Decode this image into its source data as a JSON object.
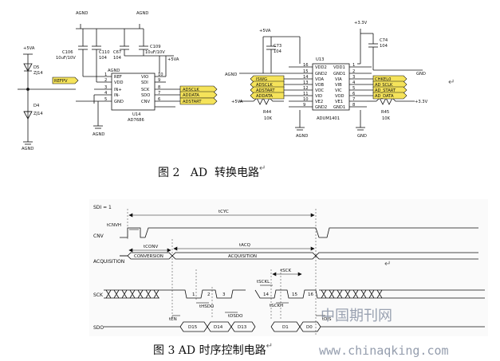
{
  "figure2": {
    "caption_no": "图 2",
    "caption_ad": "AD",
    "caption_text": "转换电路",
    "schematic": {
      "agnd": "AGND",
      "gnd": "GND",
      "p5va": "+5VA",
      "p3v3": "+3.3V",
      "p3v3_right": "+3.3V",
      "p5va_left": "+5VA",
      "d5": "D5",
      "d4": "D4",
      "d5_part": "ZJ14",
      "d4_part": "ZJ14",
      "c106": "C106",
      "c106_val": "10uF/10V",
      "c110": "C110",
      "c110_val": "104",
      "c67": "C67",
      "c67_val": "104",
      "c109": "C109",
      "c109_val": "10uF/10V",
      "refp": "REFPV",
      "u14": "U14",
      "u14_part": "AD7686",
      "u14_left_pins": [
        "REF",
        "VDD",
        "IN+",
        "IN-",
        "GND"
      ],
      "u14_left_nums": [
        "1",
        "2",
        "3",
        "4",
        "5"
      ],
      "u14_right_pins": [
        "VIO",
        "SDI",
        "SCK",
        "SDO",
        "CNV"
      ],
      "u14_right_nums": [
        "10",
        "9",
        "8",
        "7",
        "6"
      ],
      "u14_nets": [
        "ADSCLK",
        "ADDATA",
        "ADSTART"
      ],
      "c73": "C73",
      "c73_val": "104",
      "c74": "C74",
      "c74_val": "104",
      "u13": "U13",
      "u13_part": "ADUM1401",
      "u13_left_pins": [
        "VDD2",
        "GND2",
        "VOA",
        "VOB",
        "VOC",
        "VID",
        "VE2",
        "GND2"
      ],
      "u13_left_nums": [
        "16",
        "15",
        "14",
        "13",
        "12",
        "11",
        "10",
        "9"
      ],
      "u13_right_pins": [
        "VDD1",
        "GND1",
        "VIA",
        "VIB",
        "VIC",
        "VOD",
        "VE1",
        "GND1"
      ],
      "u13_right_nums": [
        "1",
        "2",
        "3",
        "4",
        "5",
        "6",
        "7",
        "8"
      ],
      "u13_left_nets": [
        "ISWG",
        "ADSCLK",
        "ADSTART",
        "ADDATA"
      ],
      "u13_right_nets": [
        "CHKEL0",
        "AD SCLK",
        "AD_START",
        "AD_DATA"
      ],
      "r44": "R44",
      "r44_val": "10K",
      "r45": "R45",
      "r45_val": "10K"
    }
  },
  "figure3": {
    "caption": "图 3 AD 时序控制电路",
    "timing": {
      "sdi": "SDI = 1",
      "cnv": "CNV",
      "acquisition": "ACQUISITION",
      "sck": "SCK",
      "sdo": "SDO",
      "t_cyc": "tCYC",
      "t_cnvh": "tCNVH",
      "t_conv": "tCONV",
      "t_acq": "tACQ",
      "t_sck": "tSCK",
      "t_sckl": "tSCKL",
      "t_sckh": "tSCKH",
      "t_hsdo": "tHSDO",
      "t_dsdo": "tDSDO",
      "t_en": "tEN",
      "t_dis": "tDIS",
      "phase_conversion": "CONVERSION",
      "phase_acquisition": "ACQUISITION",
      "sck_numbers": [
        "1",
        "2",
        "3",
        "14",
        "15",
        "16"
      ],
      "sdo_bits": [
        "D15",
        "D14",
        "D13",
        "D1",
        "D0"
      ]
    }
  },
  "watermark": {
    "zh": "中国期刊网",
    "url": "www.chinaqking.com"
  },
  "return_mark": "↵"
}
